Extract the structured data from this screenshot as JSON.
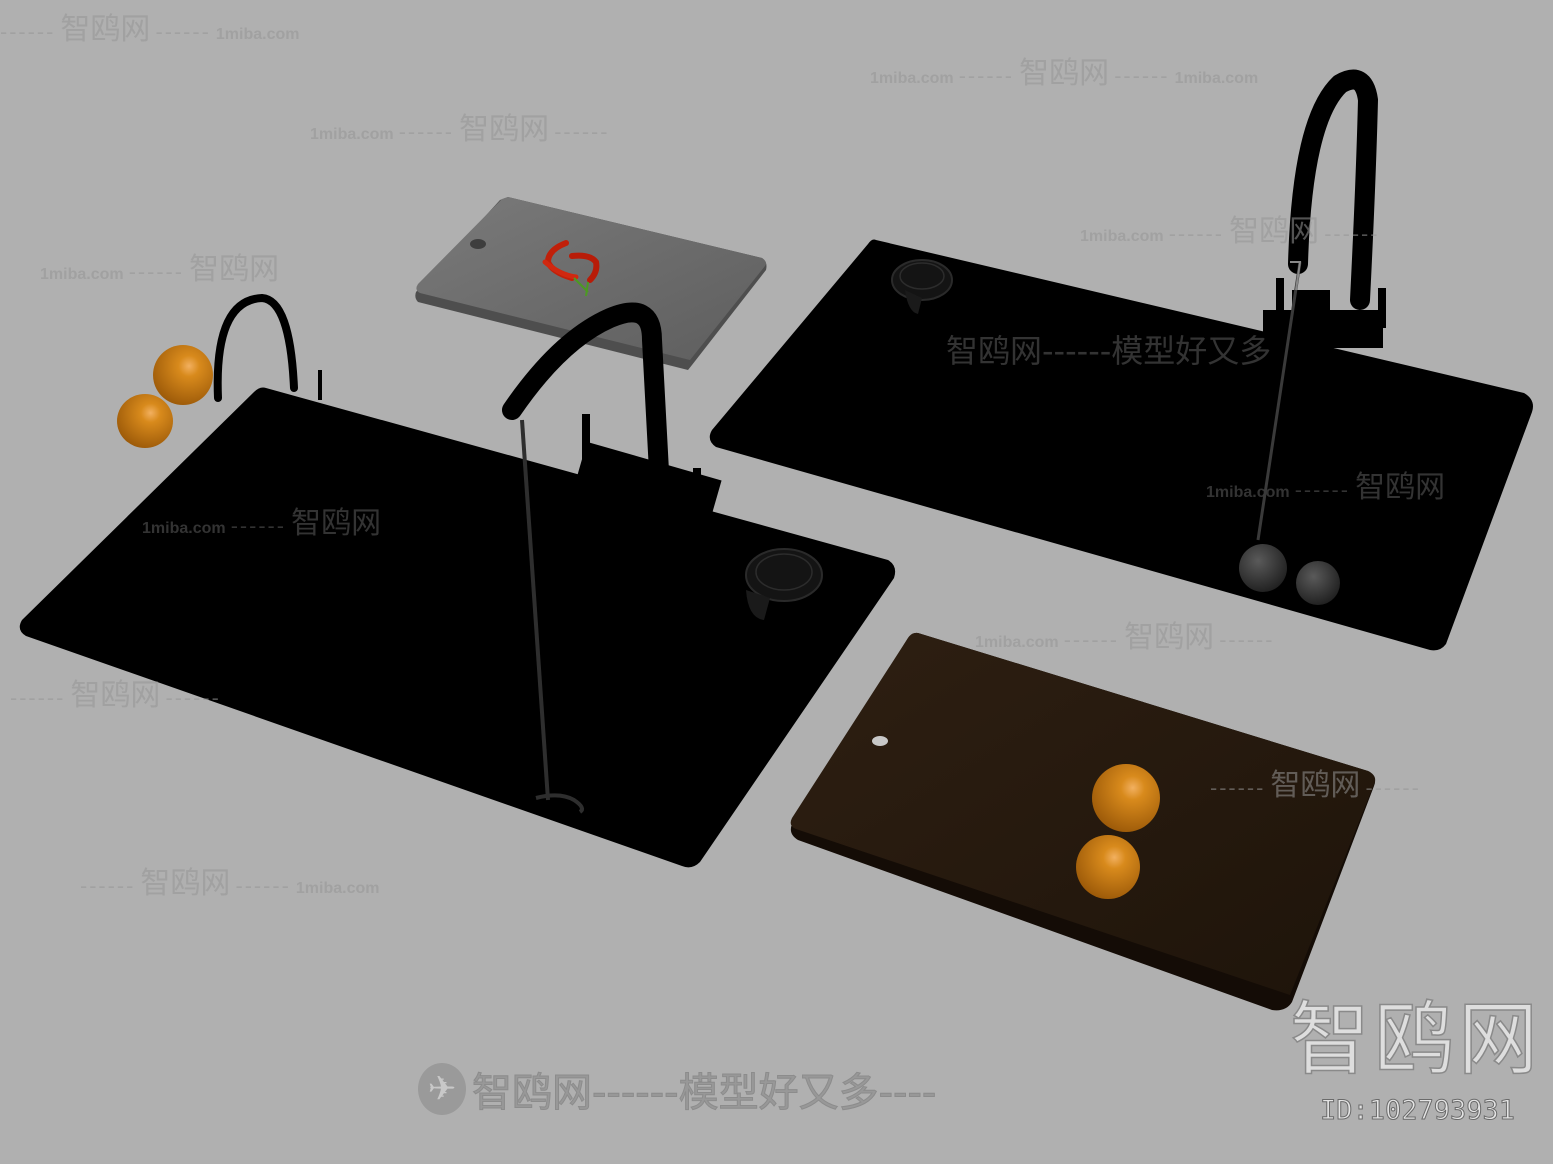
{
  "scene": {
    "description": "3D render of two black kitchen sinks with faucets, cutting boards, oranges, chili peppers and apples",
    "background_color": "#b0b0b0",
    "colors": {
      "sink_black": "#000000",
      "drain_gray": "#1c1c1c",
      "board_gray": "#6e6e6e",
      "board_brown": "#2a1c10",
      "orange": "#c8790e",
      "chili_red": "#c0200a",
      "chili_stem": "#3a8a1a",
      "apple_dark": "#333333"
    },
    "objects": [
      {
        "name": "left-sink",
        "label": "Black sink (left)"
      },
      {
        "name": "right-sink",
        "label": "Black sink (right)"
      },
      {
        "name": "gray-cutting-board",
        "label": "Gray wooden cutting board with chili peppers"
      },
      {
        "name": "brown-cutting-board",
        "label": "Dark brown cutting board with two oranges"
      },
      {
        "name": "oranges-left",
        "label": "Two oranges"
      },
      {
        "name": "apples",
        "label": "Two apples in right sink"
      }
    ]
  },
  "watermarks": {
    "site": "1miba.com",
    "brand": "智鸥网",
    "dash": "------",
    "slogan_line": "智鸥网------模型好又多----",
    "slogan_line_mid": "智鸥网------模型好又多",
    "corner_logo": "智鸥网",
    "corner_id": "ID:102793931",
    "bird_glyph": "✈"
  }
}
